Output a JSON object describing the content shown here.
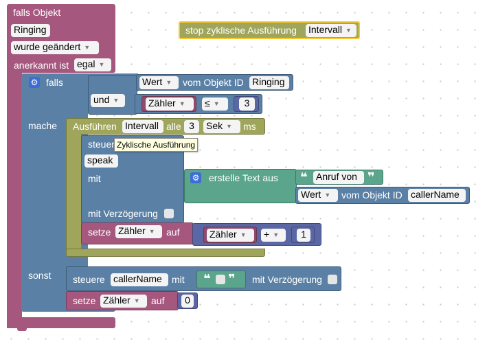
{
  "trigger": {
    "header": "falls Objekt",
    "object_id": "Ringing",
    "changed_option": "wurde geändert",
    "acknowledged_label": "anerkannt ist",
    "acknowledged_value": "egal"
  },
  "if_block": {
    "if_label": "falls",
    "do_label": "mache",
    "else_label": "sonst"
  },
  "value_block": {
    "value_option": "Wert",
    "of_object_label": "vom Objekt ID",
    "object_id": "Ringing"
  },
  "logic": {
    "and_option": "und",
    "variable": "Zähler",
    "operator": "≤",
    "number": "3"
  },
  "interval": {
    "run_label": "Ausführen",
    "name": "Intervall",
    "every_label": "alle",
    "amount": "3",
    "unit_option": "Sek",
    "ms_label": "ms"
  },
  "control": {
    "label_partial": "steuer",
    "tooltip": "Zyklische Ausführung",
    "target": "speak",
    "with_label": "mit",
    "delay_label": "mit Verzögerung"
  },
  "text_create": {
    "label": "erstelle Text aus",
    "text": "Anruf von",
    "value_option": "Wert",
    "of_object_label": "vom Objekt ID",
    "object_id": "callerName"
  },
  "set_counter": {
    "set_label": "setze",
    "variable": "Zähler",
    "to_label": "auf",
    "operand": "Zähler",
    "operator": "+",
    "number": "1"
  },
  "else_control": {
    "label": "steuere",
    "target": "callerName",
    "with_label": "mit",
    "open_quote": "❝",
    "close_quote": "❞",
    "delay_label": "mit Verzögerung"
  },
  "else_set": {
    "set_label": "setze",
    "variable": "Zähler",
    "to_label": "auf",
    "number": "0"
  },
  "stop_block": {
    "label": "stop zyklische Ausführung",
    "name": "Intervall"
  },
  "icons": {
    "dropdown": "▼",
    "gear": "⚙",
    "open_quote": "❝",
    "close_quote": "❞"
  },
  "colors": {
    "trigger": "#a5577e",
    "logic": "#5b80a5",
    "math": "#5b67a5",
    "text": "#5ba58c",
    "timer": "#9fa55b",
    "selected": "#fcc72d"
  }
}
